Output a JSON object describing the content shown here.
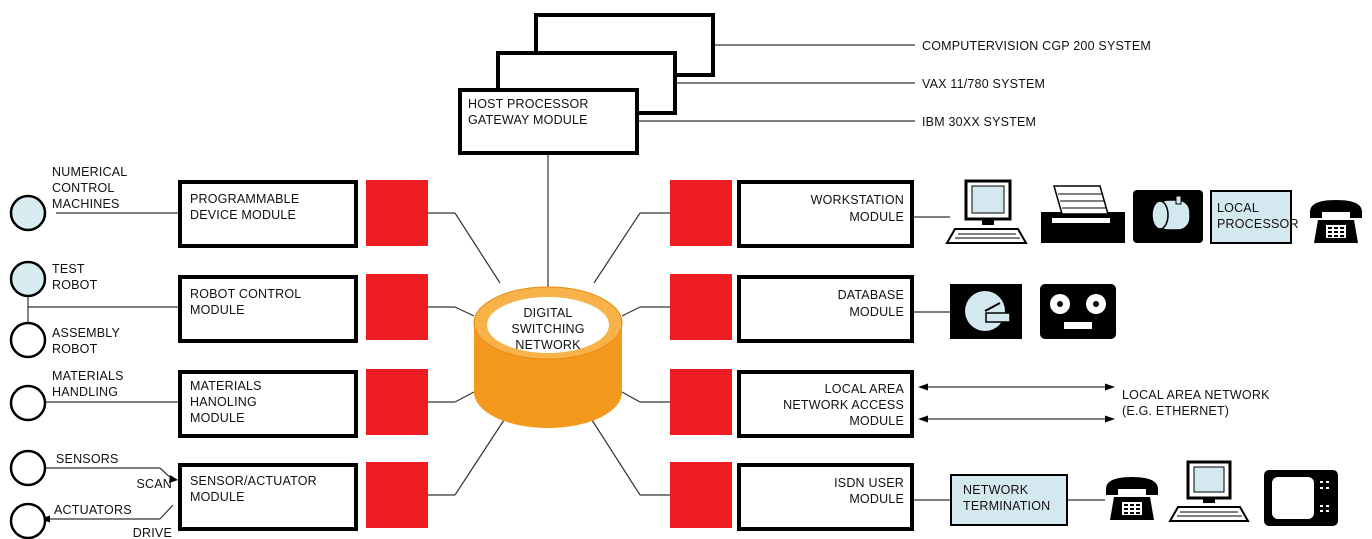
{
  "host": {
    "module_line1": "HOST PROCESSOR",
    "module_line2": "GATEWAY MODULE",
    "systems": [
      "COMPUTERVISION CGP 200 SYSTEM",
      "VAX 11/780 SYSTEM",
      "IBM 30XX SYSTEM"
    ]
  },
  "hub": {
    "line1": "DIGITAL",
    "line2": "SWITCHING",
    "line3": "NETWORK"
  },
  "left_modules": [
    {
      "lines": [
        "PROGRAMMABLE",
        "DEVICE MODULE"
      ]
    },
    {
      "lines": [
        "ROBOT CONTROL",
        "MODULE"
      ]
    },
    {
      "lines": [
        "MATERIALS",
        "HANOLING",
        "MODULE"
      ]
    },
    {
      "lines": [
        "SENSOR/ACTUATOR",
        "MODULE"
      ]
    }
  ],
  "right_modules": [
    {
      "lines": [
        "WORKSTATION",
        "MODULE"
      ]
    },
    {
      "lines": [
        "DATABASE",
        "MODULE"
      ]
    },
    {
      "lines": [
        "LOCAL AREA",
        "NETWORK ACCESS",
        "MODULE"
      ]
    },
    {
      "lines": [
        "ISDN USER",
        "MODULE"
      ]
    }
  ],
  "devices": {
    "nc_machines": [
      "NUMERICAL",
      "CONTROL",
      "MACHINES"
    ],
    "test_robot": [
      "TEST",
      "ROBOT"
    ],
    "assembly_robot": [
      "ASSEMBLY",
      "ROBOT"
    ],
    "materials_handling": [
      "MATERIALS",
      "HANDLING"
    ],
    "sensors": "SENSORS",
    "scan": "SCAN",
    "actuators": "ACTUATORS",
    "drive": "DRIVE"
  },
  "workstation_devices": {
    "local_processor": [
      "LOCAL",
      "PROCESSOR"
    ]
  },
  "lan": {
    "line1": "LOCAL AREA NETWORK",
    "line2": "(E.G. ETHERNET)"
  },
  "isdn": {
    "termination": [
      "NETWORK",
      "TERMINATION"
    ]
  },
  "icons": [
    "terminal-icon",
    "printer-icon",
    "disk-drive-icon",
    "telephone-icon",
    "disk-icon",
    "tape-reels-icon",
    "monitor-icon"
  ]
}
